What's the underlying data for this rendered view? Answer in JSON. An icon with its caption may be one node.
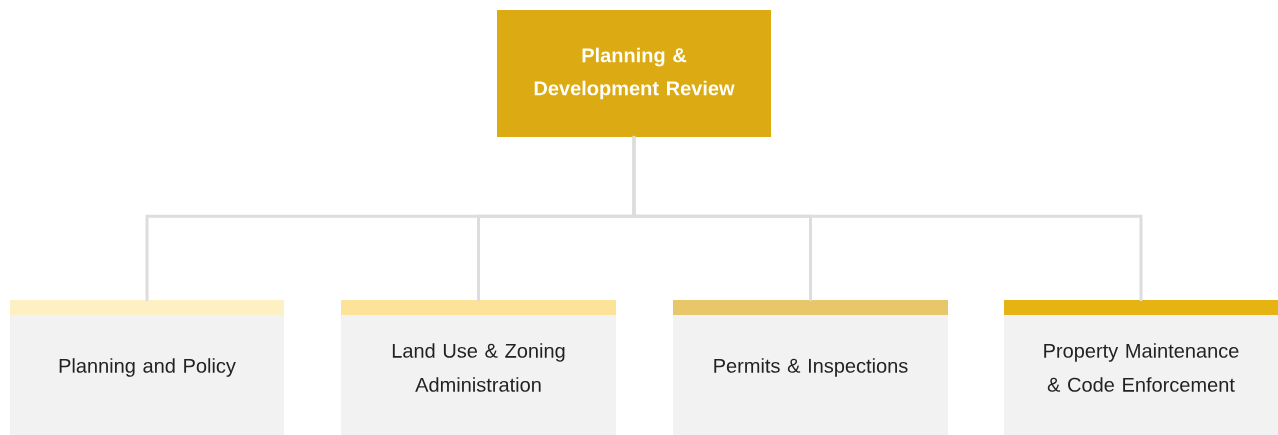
{
  "diagram": {
    "nodes": [
      {
        "text": [
          "Planning & Development Review"
        ]
      },
      {
        "text": [
          "Planning and Policy"
        ]
      },
      {
        "text": [
          "Land Use & Zoning Administration"
        ]
      },
      {
        "text": [
          "Permits & Inspections"
        ]
      },
      {
        "text": [
          "Property Maintenance & Code Enforcement"
        ]
      }
    ],
    "edges": [
      {
        "from": 0,
        "to": 1,
        "arrow": "none"
      },
      {
        "from": 0,
        "to": 2,
        "arrow": "none"
      },
      {
        "from": 0,
        "to": 3,
        "arrow": "none"
      },
      {
        "from": 0,
        "to": 4,
        "arrow": "none"
      }
    ]
  }
}
